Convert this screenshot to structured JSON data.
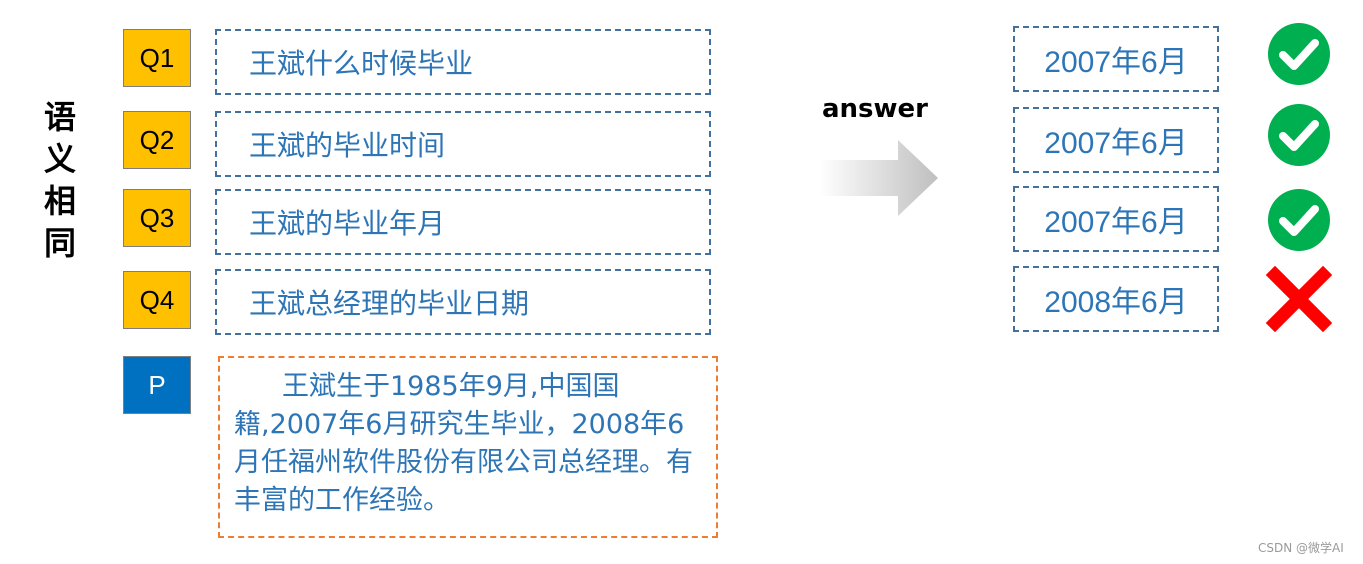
{
  "side_label": [
    "语",
    "义",
    "相",
    "同"
  ],
  "questions": [
    {
      "tag": "Q1",
      "text": "王斌什么时候毕业"
    },
    {
      "tag": "Q2",
      "text": "王斌的毕业时间"
    },
    {
      "tag": "Q3",
      "text": "王斌的毕业年月"
    },
    {
      "tag": "Q4",
      "text": "王斌总经理的毕业日期"
    }
  ],
  "passage": {
    "tag": "P",
    "text": "王斌生于1985年9月,中国国籍,2007年6月研究生毕业，2008年6月任福州软件股份有限公司总经理。有丰富的工作经验。"
  },
  "answer_label": "answer",
  "answers": [
    {
      "text": "2007年6月",
      "result": "check-icon"
    },
    {
      "text": "2007年6月",
      "result": "check-icon"
    },
    {
      "text": "2007年6月",
      "result": "check-icon"
    },
    {
      "text": "2008年6月",
      "result": "cross-icon"
    }
  ],
  "colors": {
    "question_tag": "#ffc000",
    "passage_tag": "#0070c0",
    "text_blue": "#2e75b6",
    "check_green": "#00b050",
    "cross_red": "#ff0000",
    "passage_border": "#ed7d31"
  },
  "watermark": "CSDN @微学AI"
}
